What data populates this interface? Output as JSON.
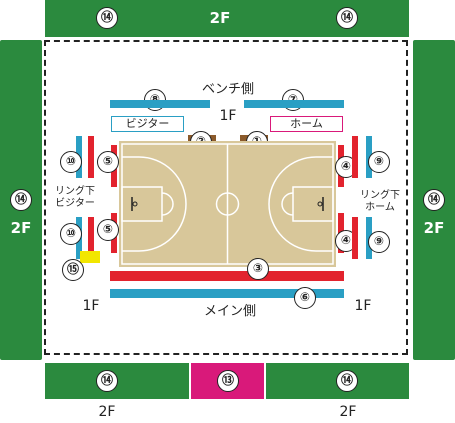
{
  "areas": {
    "top_2f": {
      "number": "⑭",
      "label": "2F"
    },
    "left_2f": {
      "number": "⑭",
      "label": "2F"
    },
    "right_2f": {
      "number": "⑭",
      "label": "2F"
    },
    "bottom_left": {
      "number": "⑭",
      "floor": "2F"
    },
    "bottom_right": {
      "number": "⑭",
      "floor": "2F"
    },
    "bottom_center": {
      "number": "⑬"
    }
  },
  "labels": {
    "bench_side": "ベンチ側",
    "main_side": "メイン側",
    "visitor": "ビジター",
    "home": "ホーム",
    "floor_1f_top": "1F",
    "floor_1f_left": "1F",
    "floor_1f_right": "1F",
    "ring_visitor_line1": "リング下",
    "ring_visitor_line2": "ビジター",
    "ring_home_line1": "リング下",
    "ring_home_line2": "ホーム"
  },
  "seats": {
    "s1": "①",
    "s2": "②",
    "s3": "③",
    "s4a": "④",
    "s4b": "④",
    "s5a": "⑤",
    "s5b": "⑤",
    "s6": "⑥",
    "s7": "⑦",
    "s8": "⑧",
    "s9a": "⑨",
    "s9b": "⑨",
    "s10a": "⑩",
    "s10b": "⑩",
    "s15": "⑮"
  },
  "colors": {
    "green": "#2b8a3e",
    "blue": "#2a9fc4",
    "red": "#e2232e",
    "magenta": "#d9197a",
    "court": "#d8c79a",
    "bench": "#8b5a2b",
    "yellow": "#f2e600"
  }
}
